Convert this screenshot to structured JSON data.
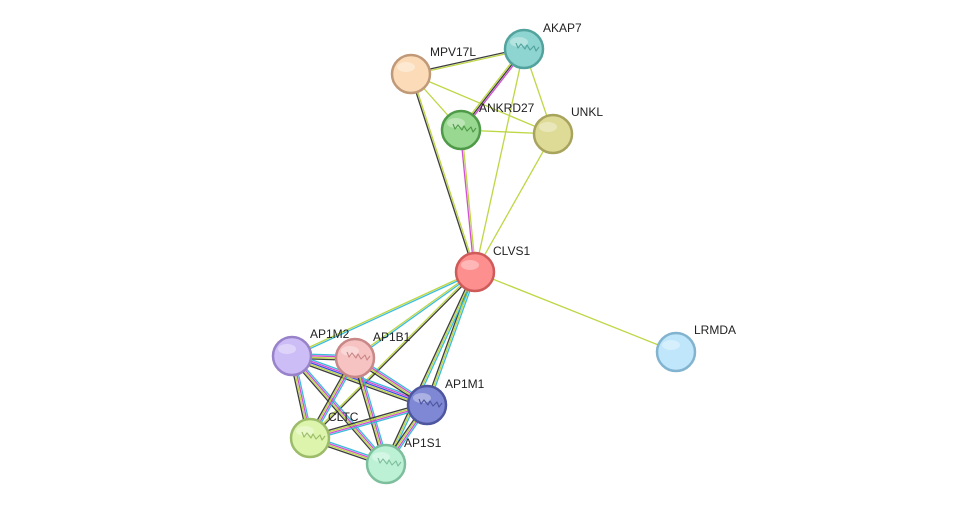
{
  "network": {
    "nodes": [
      {
        "id": "CLVS1",
        "label": "CLVS1",
        "fill": "#fd8f8f",
        "stroke": "#cf5a5a",
        "hub": true
      },
      {
        "id": "MPV17L",
        "label": "MPV17L",
        "fill": "#fcdcb8",
        "stroke": "#c09a78"
      },
      {
        "id": "AKAP7",
        "label": "AKAP7",
        "fill": "#8ed4d0",
        "stroke": "#52a39e",
        "structure": true
      },
      {
        "id": "ANKRD27",
        "label": "ANKRD27",
        "fill": "#98d890",
        "stroke": "#4f9a48",
        "structure": true
      },
      {
        "id": "UNKL",
        "label": "UNKL",
        "fill": "#dedb96",
        "stroke": "#a8a45e"
      },
      {
        "id": "LRMDA",
        "label": "LRMDA",
        "fill": "#bfe6fb",
        "stroke": "#82b3cf"
      },
      {
        "id": "AP1M2",
        "label": "AP1M2",
        "fill": "#cdbdf6",
        "stroke": "#9882c9"
      },
      {
        "id": "AP1B1",
        "label": "AP1B1",
        "fill": "#f6c2c2",
        "stroke": "#c98888",
        "structure": true
      },
      {
        "id": "AP1M1",
        "label": "AP1M1",
        "fill": "#7e88d4",
        "stroke": "#4d569e",
        "structure": true
      },
      {
        "id": "CLTC",
        "label": "CLTC",
        "fill": "#dcf4ab",
        "stroke": "#9cbc6a",
        "structure": true
      },
      {
        "id": "AP1S1",
        "label": "AP1S1",
        "fill": "#bdf1d6",
        "stroke": "#7dbf9c",
        "structure": true
      }
    ],
    "edges": [
      {
        "from": "CLVS1",
        "to": "MPV17L",
        "colors": [
          "#333333",
          "#b9d53b"
        ]
      },
      {
        "from": "CLVS1",
        "to": "AKAP7",
        "colors": [
          "#b9d53b"
        ]
      },
      {
        "from": "CLVS1",
        "to": "ANKRD27",
        "colors": [
          "#d044d0",
          "#b9d53b"
        ]
      },
      {
        "from": "CLVS1",
        "to": "UNKL",
        "colors": [
          "#b9d53b"
        ]
      },
      {
        "from": "CLVS1",
        "to": "LRMDA",
        "colors": [
          "#b9d53b"
        ]
      },
      {
        "from": "CLVS1",
        "to": "AP1M2",
        "colors": [
          "#2fb8d8",
          "#b9d53b"
        ]
      },
      {
        "from": "CLVS1",
        "to": "AP1B1",
        "colors": [
          "#2fb8d8",
          "#b9d53b"
        ]
      },
      {
        "from": "CLVS1",
        "to": "AP1M1",
        "colors": [
          "#2fb8d8",
          "#b9d53b",
          "#333333"
        ]
      },
      {
        "from": "CLVS1",
        "to": "CLTC",
        "colors": [
          "#333333",
          "#b9d53b"
        ]
      },
      {
        "from": "CLVS1",
        "to": "AP1S1",
        "colors": [
          "#2fb8d8",
          "#b9d53b",
          "#333333"
        ]
      },
      {
        "from": "MPV17L",
        "to": "AKAP7",
        "colors": [
          "#333333",
          "#b9d53b"
        ]
      },
      {
        "from": "MPV17L",
        "to": "ANKRD27",
        "colors": [
          "#b9d53b"
        ]
      },
      {
        "from": "MPV17L",
        "to": "UNKL",
        "colors": [
          "#b9d53b"
        ]
      },
      {
        "from": "AKAP7",
        "to": "ANKRD27",
        "colors": [
          "#d044d0",
          "#333333",
          "#b9d53b"
        ]
      },
      {
        "from": "AKAP7",
        "to": "UNKL",
        "colors": [
          "#b9d53b"
        ]
      },
      {
        "from": "ANKRD27",
        "to": "UNKL",
        "colors": [
          "#b9d53b"
        ]
      },
      {
        "from": "AP1M2",
        "to": "AP1B1",
        "colors": [
          "#2fb8d8",
          "#d044d0",
          "#b9d53b",
          "#333333"
        ]
      },
      {
        "from": "AP1M2",
        "to": "AP1M1",
        "colors": [
          "#2fb8d8",
          "#d044d0",
          "#3344dd",
          "#b9d53b",
          "#333333"
        ]
      },
      {
        "from": "AP1M2",
        "to": "CLTC",
        "colors": [
          "#2fb8d8",
          "#d044d0",
          "#b9d53b",
          "#333333"
        ]
      },
      {
        "from": "AP1M2",
        "to": "AP1S1",
        "colors": [
          "#2fb8d8",
          "#d044d0",
          "#b9d53b",
          "#333333"
        ]
      },
      {
        "from": "AP1B1",
        "to": "AP1M1",
        "colors": [
          "#2fb8d8",
          "#d044d0",
          "#b9d53b",
          "#333333"
        ]
      },
      {
        "from": "AP1B1",
        "to": "CLTC",
        "colors": [
          "#2fb8d8",
          "#d044d0",
          "#b9d53b",
          "#333333"
        ]
      },
      {
        "from": "AP1B1",
        "to": "AP1S1",
        "colors": [
          "#2fb8d8",
          "#d044d0",
          "#b9d53b",
          "#333333"
        ]
      },
      {
        "from": "AP1M1",
        "to": "CLTC",
        "colors": [
          "#2fb8d8",
          "#d044d0",
          "#b9d53b",
          "#333333"
        ]
      },
      {
        "from": "AP1M1",
        "to": "AP1S1",
        "colors": [
          "#2fb8d8",
          "#d044d0",
          "#b9d53b",
          "#333333"
        ]
      },
      {
        "from": "CLTC",
        "to": "AP1S1",
        "colors": [
          "#2fb8d8",
          "#d044d0",
          "#b9d53b",
          "#333333"
        ]
      }
    ]
  }
}
